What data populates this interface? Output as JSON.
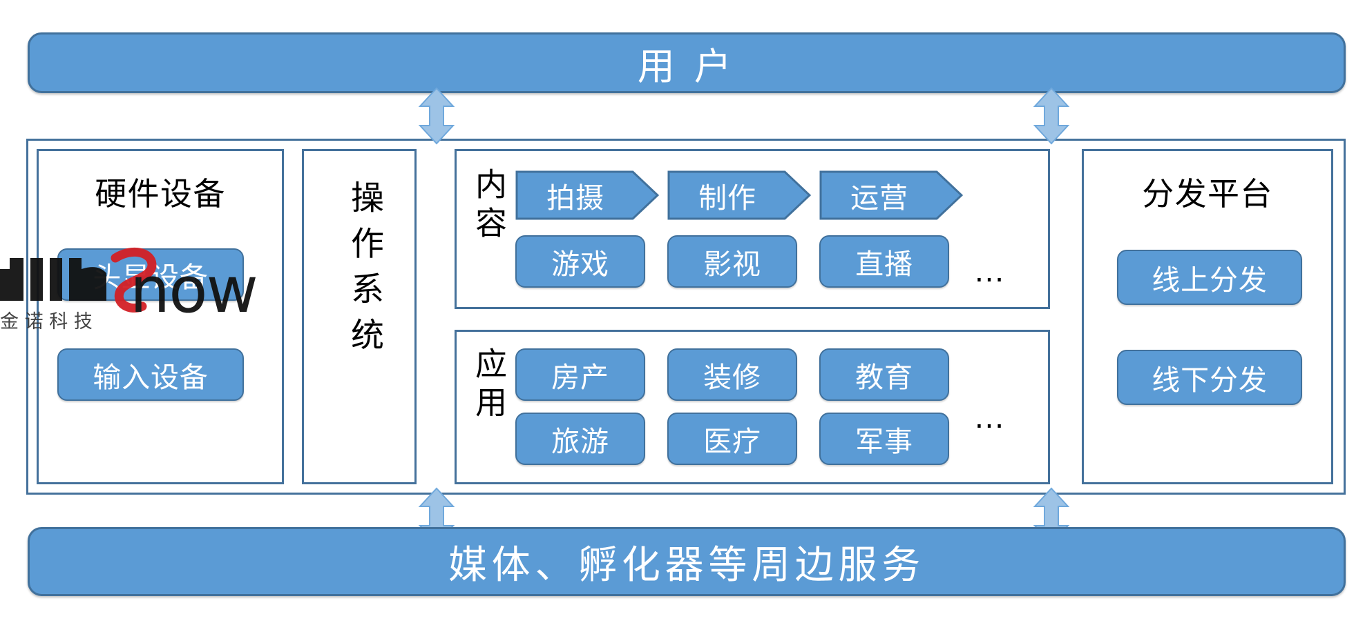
{
  "top_bar": {
    "label": "用 户"
  },
  "bottom_bar": {
    "label": "媒体、孵化器等周边服务"
  },
  "panels": {
    "hardware": {
      "title": "硬件设备",
      "chips": [
        {
          "label": "头显设备"
        },
        {
          "label": "输入设备"
        }
      ]
    },
    "operating_system": {
      "label": "操作系统"
    },
    "content": {
      "label": "内容",
      "chevrons": [
        {
          "label": "拍摄"
        },
        {
          "label": "制作"
        },
        {
          "label": "运营"
        }
      ],
      "chips": [
        {
          "label": "游戏"
        },
        {
          "label": "影视"
        },
        {
          "label": "直播"
        }
      ],
      "ellipsis": "…"
    },
    "application": {
      "label": "应用",
      "chips_row1": [
        {
          "label": "房产"
        },
        {
          "label": "装修"
        },
        {
          "label": "教育"
        }
      ],
      "chips_row2": [
        {
          "label": "旅游"
        },
        {
          "label": "医疗"
        },
        {
          "label": "军事"
        }
      ],
      "ellipsis": "…"
    },
    "distribution": {
      "title": "分发平台",
      "chips": [
        {
          "label": "线上分发"
        },
        {
          "label": "线下分发"
        }
      ]
    }
  },
  "watermark": {
    "brand_latin": "Snow",
    "brand_cn": "金诺科技",
    "accent_color": "#D32026"
  },
  "colors": {
    "fill_blue": "#5B9BD5",
    "stroke_blue": "#41719C",
    "frame_blue": "#44719B",
    "arrow_light": "#9DC3E6",
    "arrow_stroke": "#6FA8DC",
    "text_white": "#FFFFFF",
    "text_black": "#000000"
  }
}
